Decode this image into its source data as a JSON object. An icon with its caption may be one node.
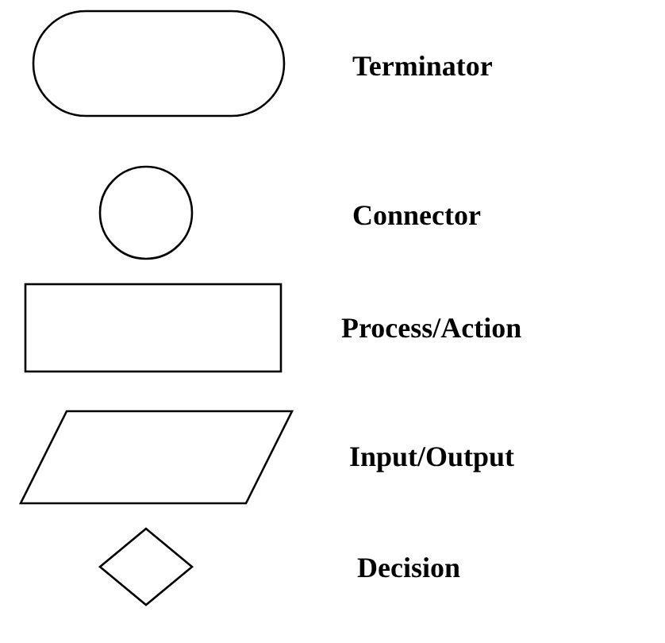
{
  "diagram": {
    "nodes": [
      {
        "text": [],
        "shape": "stadium"
      },
      {
        "text": [],
        "shape": "circle"
      },
      {
        "text": [],
        "shape": "box"
      },
      {
        "text": [],
        "shape": "parallelogram"
      },
      {
        "text": [],
        "shape": "diamond"
      }
    ],
    "labels": [
      "Terminator",
      "Connector",
      "Process/Action",
      "Input/Output",
      "Decision"
    ]
  }
}
